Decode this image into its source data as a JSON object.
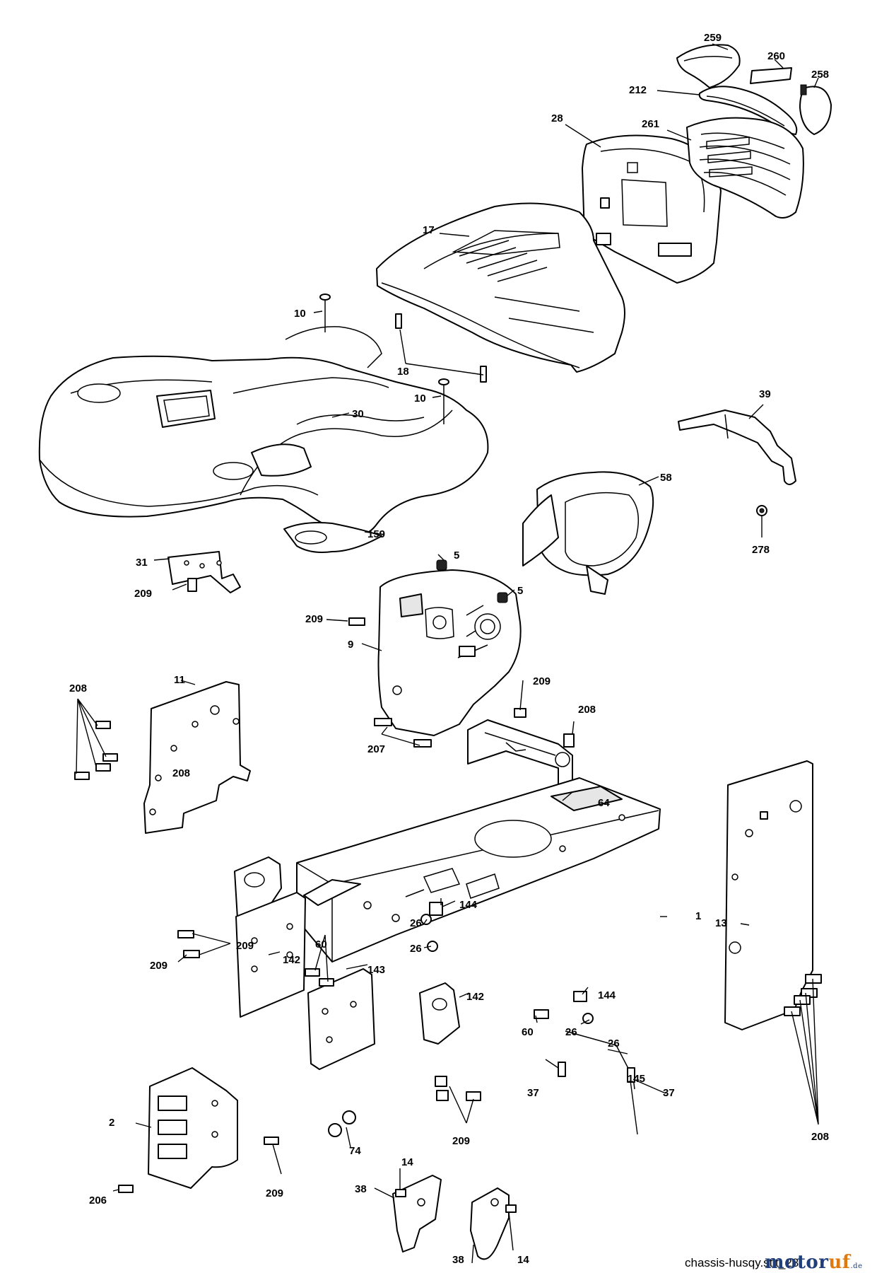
{
  "callouts": [
    "259",
    "260",
    "258",
    "212",
    "28",
    "261",
    "17",
    "10",
    "18",
    "10",
    "30",
    "39",
    "58",
    "278",
    "159",
    "31",
    "209",
    "5",
    "5",
    "209",
    "9",
    "209",
    "208",
    "11",
    "208",
    "207",
    "208",
    "64",
    "144",
    "26",
    "26",
    "1",
    "13",
    "209",
    "209",
    "60",
    "142",
    "143",
    "144",
    "60",
    "26",
    "26",
    "142",
    "145",
    "37",
    "37",
    "2",
    "74",
    "209",
    "209",
    "206",
    "14",
    "38",
    "38",
    "14",
    "208"
  ],
  "caption": "chassis-husqy.stlt_28",
  "watermark": {
    "main": "motor",
    "accent": "uf",
    "tld": ".de"
  }
}
